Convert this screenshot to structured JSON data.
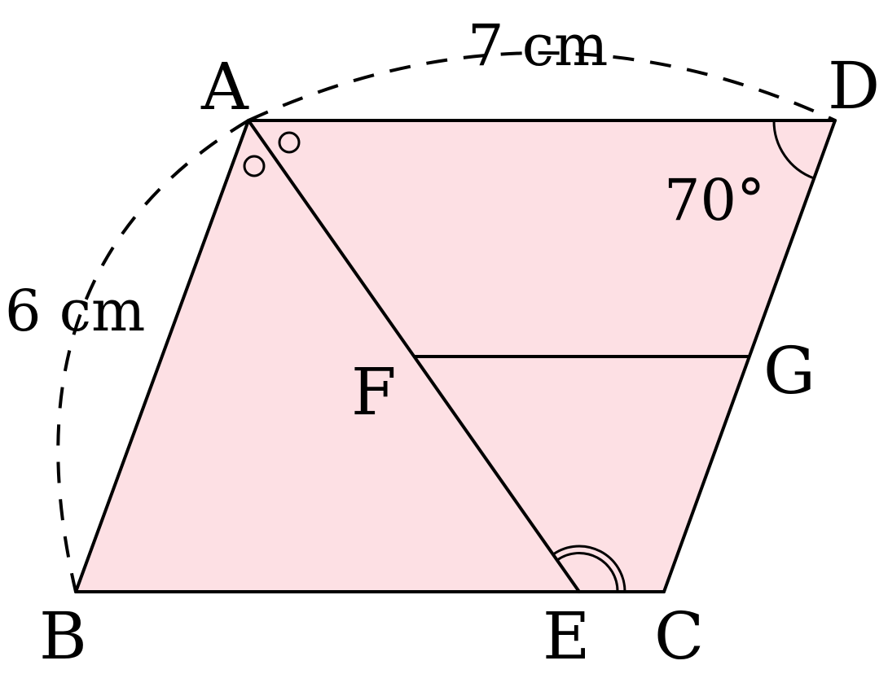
{
  "figure": {
    "fill_color": "#fde0e4",
    "stroke_color": "#000000",
    "points": {
      "A": "A",
      "B": "B",
      "C": "C",
      "D": "D",
      "E": "E",
      "F": "F",
      "G": "G"
    },
    "measurements": {
      "AD_length": "7 cm",
      "AB_length": "6 cm",
      "angle_D": "70°"
    }
  }
}
